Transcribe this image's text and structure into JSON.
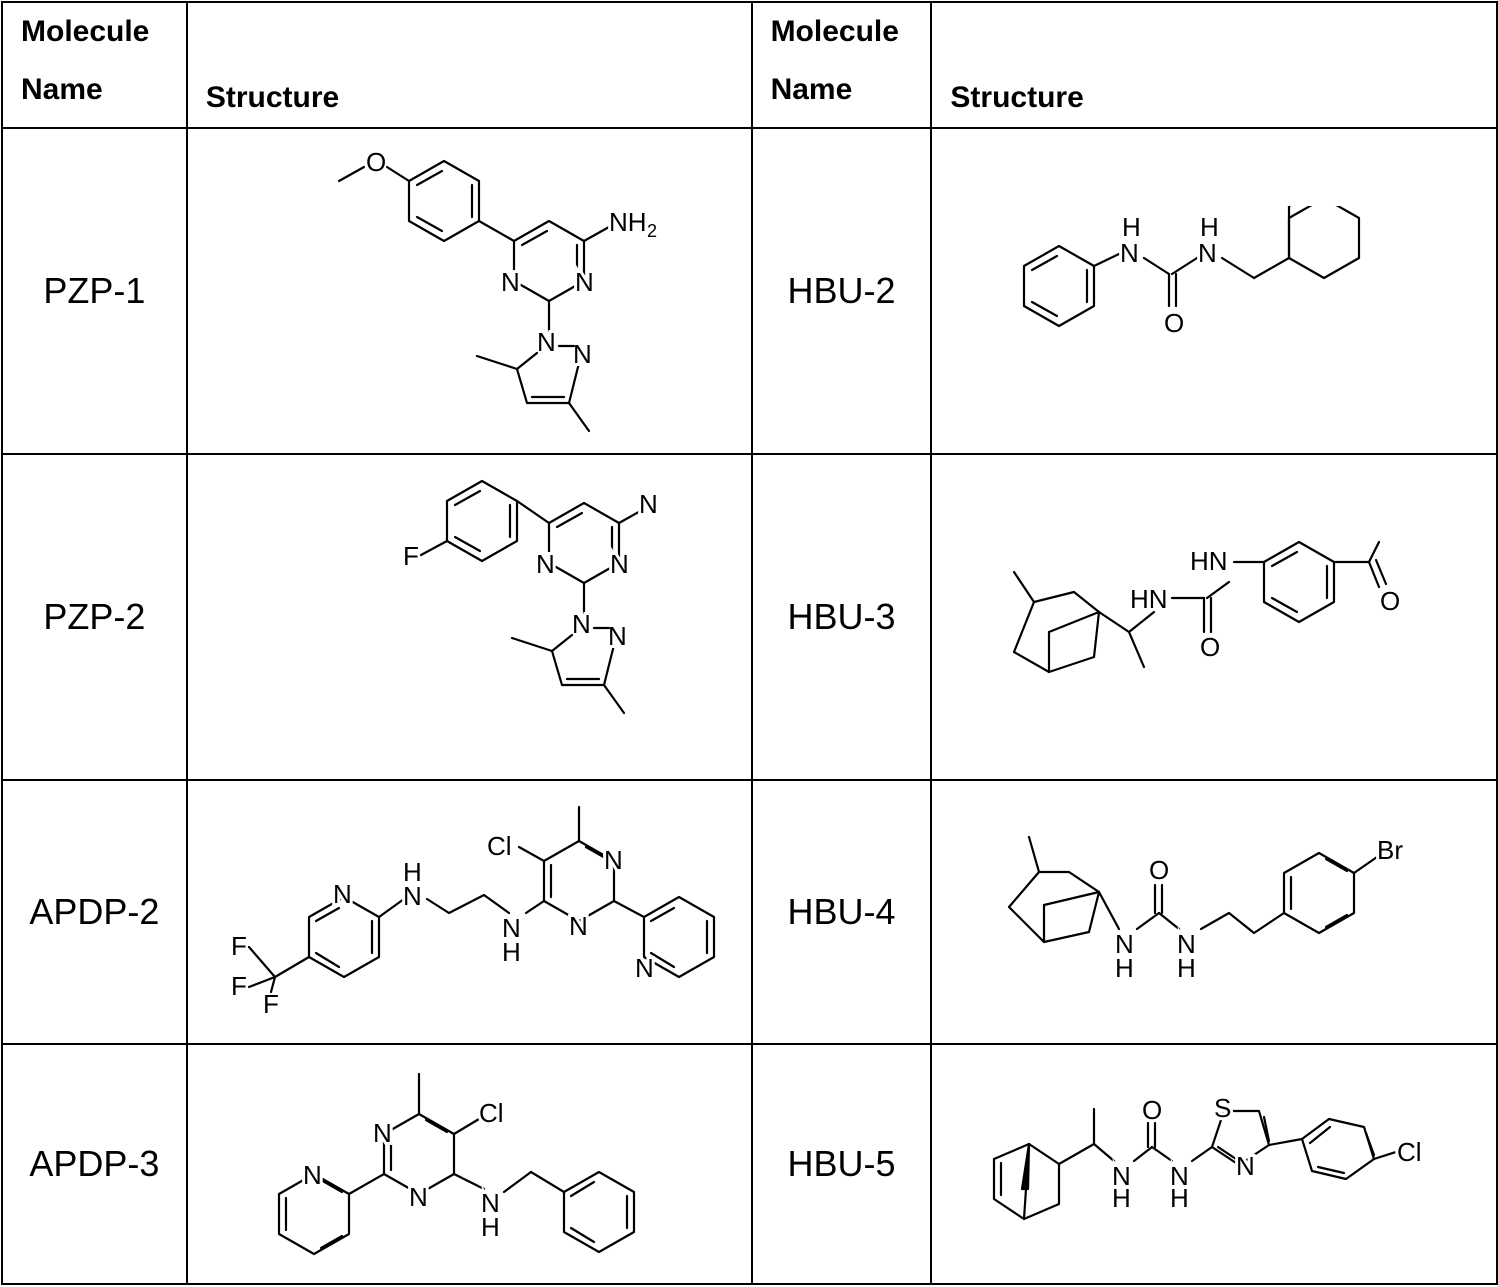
{
  "headers": {
    "name_line1": "Molecule",
    "name_line2": "Name",
    "structure": "Structure"
  },
  "rows": [
    {
      "left_name": "PZP-1",
      "right_name": "HBU-2"
    },
    {
      "left_name": "PZP-2",
      "right_name": "HBU-3"
    },
    {
      "left_name": "APDP-2",
      "right_name": "HBU-4"
    },
    {
      "left_name": "APDP-3",
      "right_name": "HBU-5"
    }
  ],
  "atom_labels": {
    "O": "O",
    "N": "N",
    "NH2": "NH",
    "NH2_sub": "2",
    "F": "F",
    "Cl": "Cl",
    "Br": "Br",
    "S": "S",
    "H": "H",
    "HN": "HN"
  }
}
